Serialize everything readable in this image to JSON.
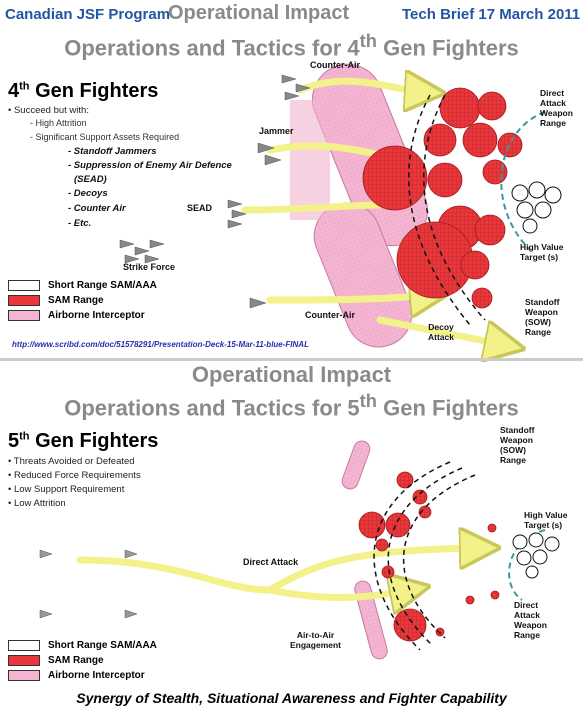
{
  "header": {
    "left": "Canadian JSF Program",
    "middle": "Operational Impact",
    "right": "Tech Brief 17 March 2011"
  },
  "top": {
    "title_pre": "Operations and Tactics for 4",
    "title_sup": "th",
    "title_post": " Gen Fighters",
    "heading_pre": "4",
    "heading_sup": "th",
    "heading_post": " Gen Fighters",
    "bullet": "Succeed but with:",
    "sub_items": [
      "- High Attrition",
      "- Significant Support Assets Required"
    ],
    "assets": [
      "- Standoff Jammers",
      "- Suppression of Enemy  Air Defence",
      "(SEAD)",
      "- Decoys",
      "- Counter Air",
      "- Etc."
    ],
    "labels": {
      "counter_air_top": "Counter-Air",
      "jammer": "Jammer",
      "sead": "SEAD",
      "strike_force": "Strike Force",
      "counter_air_bottom": "Counter-Air",
      "decoy_attack": "Decoy\nAttack",
      "direct_attack_range": "Direct\nAttack\nWeapon\nRange",
      "high_value_target": "High Value\nTarget (s)",
      "standoff_range": "Standoff\nWeapon\n(SOW)\nRange"
    },
    "url": "http://www.scribd.com/doc/51578291/Presentation-Deck-15-Mar-11-blue-FINAL"
  },
  "bottom": {
    "title_line1": "Operational Impact",
    "title_line2_pre": "Operations and Tactics for 5",
    "title_line2_sup": "th",
    "title_line2_post": " Gen Fighters",
    "heading_pre": "5",
    "heading_sup": "th",
    "heading_post": " Gen Fighters",
    "bullets": [
      "Threats Avoided or Defeated",
      "Reduced Force Requirements",
      "Low Support Requirement",
      "Low Attrition"
    ],
    "labels": {
      "standoff_range": "Standoff\nWeapon\n(SOW)\nRange",
      "high_value_target": "High Value\nTarget (s)",
      "direct_attack": "Direct Attack",
      "air_to_air": "Air-to-Air\nEngagement",
      "direct_attack_range": "Direct\nAttack\nWeapon\nRange"
    }
  },
  "legend": {
    "items": [
      "Short Range SAM/AAA",
      "SAM Range",
      "Airborne Interceptor"
    ],
    "colors": [
      "#ffffff",
      "#e8383b",
      "#f4b6d2"
    ]
  },
  "footer": "Synergy of  Stealth, Situational Awareness and Fighter Capability",
  "colors": {
    "header_blue": "#2255a4",
    "title_gray": "#8a8a8a",
    "sam_red": "#e8383b",
    "interceptor_pink": "#f4b6d2",
    "arrow_yellow": "#f3f28a",
    "range_teal": "#3a9a9a"
  }
}
